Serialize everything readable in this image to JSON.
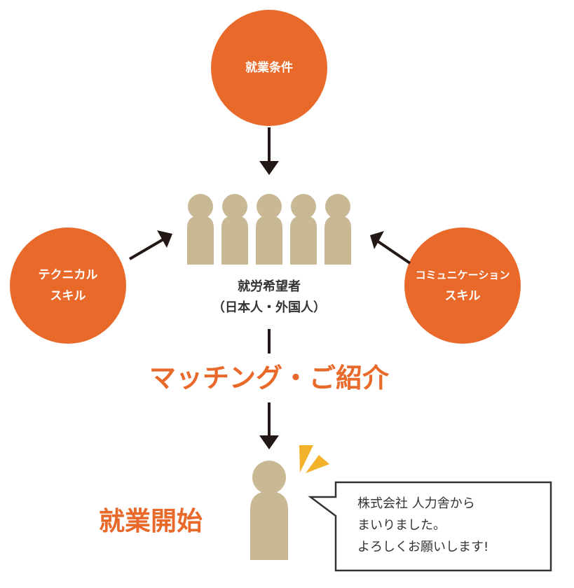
{
  "colors": {
    "orange": "#E8692A",
    "figure": "#C8B894",
    "spark": "#F2B22A",
    "text": "#333333"
  },
  "nodes": {
    "top": {
      "label": "就業条件"
    },
    "left": {
      "line1": "テクニカル",
      "line2": "スキル"
    },
    "right": {
      "line1": "コミュニケーション",
      "line2": "スキル"
    }
  },
  "job_seekers": {
    "title": "就労希望者",
    "subtitle": "（日本人・外国人）",
    "count": 5
  },
  "matching_label": "マッチング・ご紹介",
  "start_label": "就業開始",
  "speech": {
    "line1": "株式会社 人力舎から",
    "line2": "まいりました。",
    "line3": "よろしくお願いします!"
  }
}
